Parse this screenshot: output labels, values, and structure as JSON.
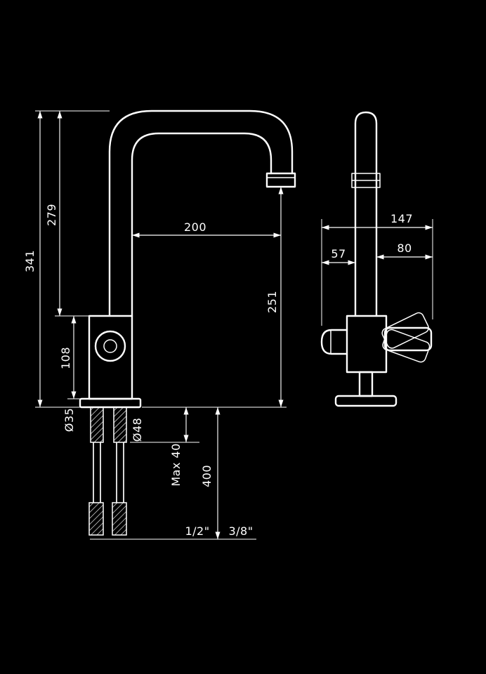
{
  "drawing": {
    "background": "#000000",
    "stroke_color": "#ffffff",
    "views": {
      "front": {
        "label": "front-view-of-faucet",
        "dims": {
          "overall_height": "341",
          "underspout_height": "279",
          "spout_reach": "200",
          "outlet_height": "251",
          "body_height": "108",
          "hole_diameter": "Ø35",
          "base_diameter": "Ø48",
          "max_deck": "Max 40",
          "hose_length": "400",
          "connection_a": "1/2\"",
          "connection_b": "3/8\""
        }
      },
      "side": {
        "label": "side-view-of-faucet",
        "dims": {
          "overall_depth": "147",
          "front_offset": "57",
          "handle_reach": "80"
        }
      }
    }
  }
}
